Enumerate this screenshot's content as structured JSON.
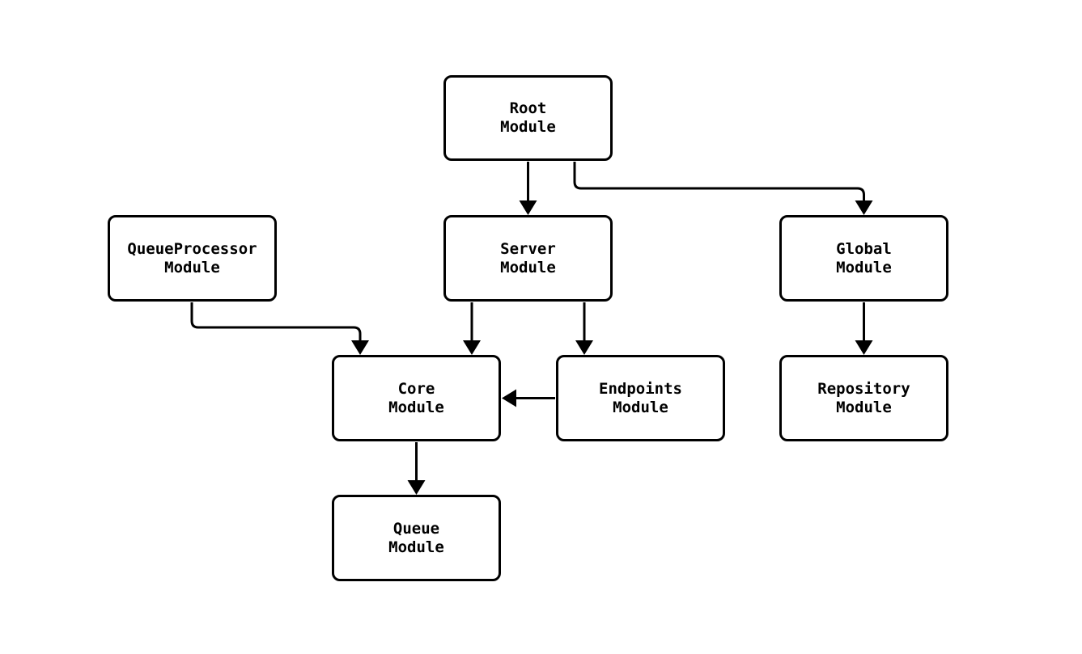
{
  "diagram": {
    "kind": "module-dependency-diagram",
    "background_color": "#ffffff",
    "node_fill_color": "#ffffff",
    "node_border_color": "#000000",
    "edge_color": "#000000",
    "text_color": "#000000",
    "nodes": {
      "root": {
        "line1": "Root",
        "line2": "Module"
      },
      "queueprocessor": {
        "line1": "QueueProcessor",
        "line2": "Module"
      },
      "server": {
        "line1": "Server",
        "line2": "Module"
      },
      "global": {
        "line1": "Global",
        "line2": "Module"
      },
      "core": {
        "line1": "Core",
        "line2": "Module"
      },
      "endpoints": {
        "line1": "Endpoints",
        "line2": "Module"
      },
      "repository": {
        "line1": "Repository",
        "line2": "Module"
      },
      "queue": {
        "line1": "Queue",
        "line2": "Module"
      }
    },
    "edges": [
      {
        "from": "Root Module",
        "to": "Server Module"
      },
      {
        "from": "Root Module",
        "to": "Global Module"
      },
      {
        "from": "QueueProcessor Module",
        "to": "Core Module"
      },
      {
        "from": "Server Module",
        "to": "Core Module"
      },
      {
        "from": "Server Module",
        "to": "Endpoints Module"
      },
      {
        "from": "Endpoints Module",
        "to": "Core Module"
      },
      {
        "from": "Global Module",
        "to": "Repository Module"
      },
      {
        "from": "Core Module",
        "to": "Queue Module"
      }
    ]
  }
}
